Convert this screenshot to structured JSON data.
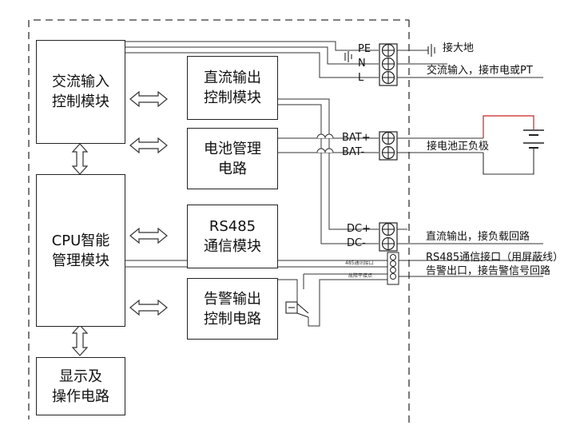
{
  "blocks": {
    "ac_input": "交流输入\n控制模块",
    "cpu": "CPU智能\n管理模块",
    "display": "显示及\n操作电路",
    "dc_output": "直流输出\n控制模块",
    "battery_mgmt": "电池管理\n电路",
    "rs485": "RS485\n通信模块",
    "alarm_output": "告警输出\n控制电路"
  },
  "terminals": {
    "pe": "PE",
    "n": "N",
    "l": "L",
    "bat_plus": "BAT+",
    "bat_minus": "BAT-",
    "dc_plus": "DC+",
    "dc_minus": "DC-",
    "rs485_port": "485通讯接口",
    "alarm_contact": "故障干接点"
  },
  "descriptions": {
    "ground": "接大地",
    "ac_input": "交流输入，接市电或PT",
    "battery": "接电池正负极",
    "dc_output": "直流输出，接负载回路",
    "rs485": "RS485通信接口（用屏蔽线）",
    "alarm": "告警出口，接告警信号回路"
  },
  "colors": {
    "line": "#222222",
    "battery_wire": "#cc2222"
  },
  "icons": {
    "bidirectional_arrow": "double-headed-arrow",
    "terminal": "screw-terminal",
    "ground": "ground-symbol",
    "battery": "battery-symbol",
    "relay": "relay-contact"
  }
}
